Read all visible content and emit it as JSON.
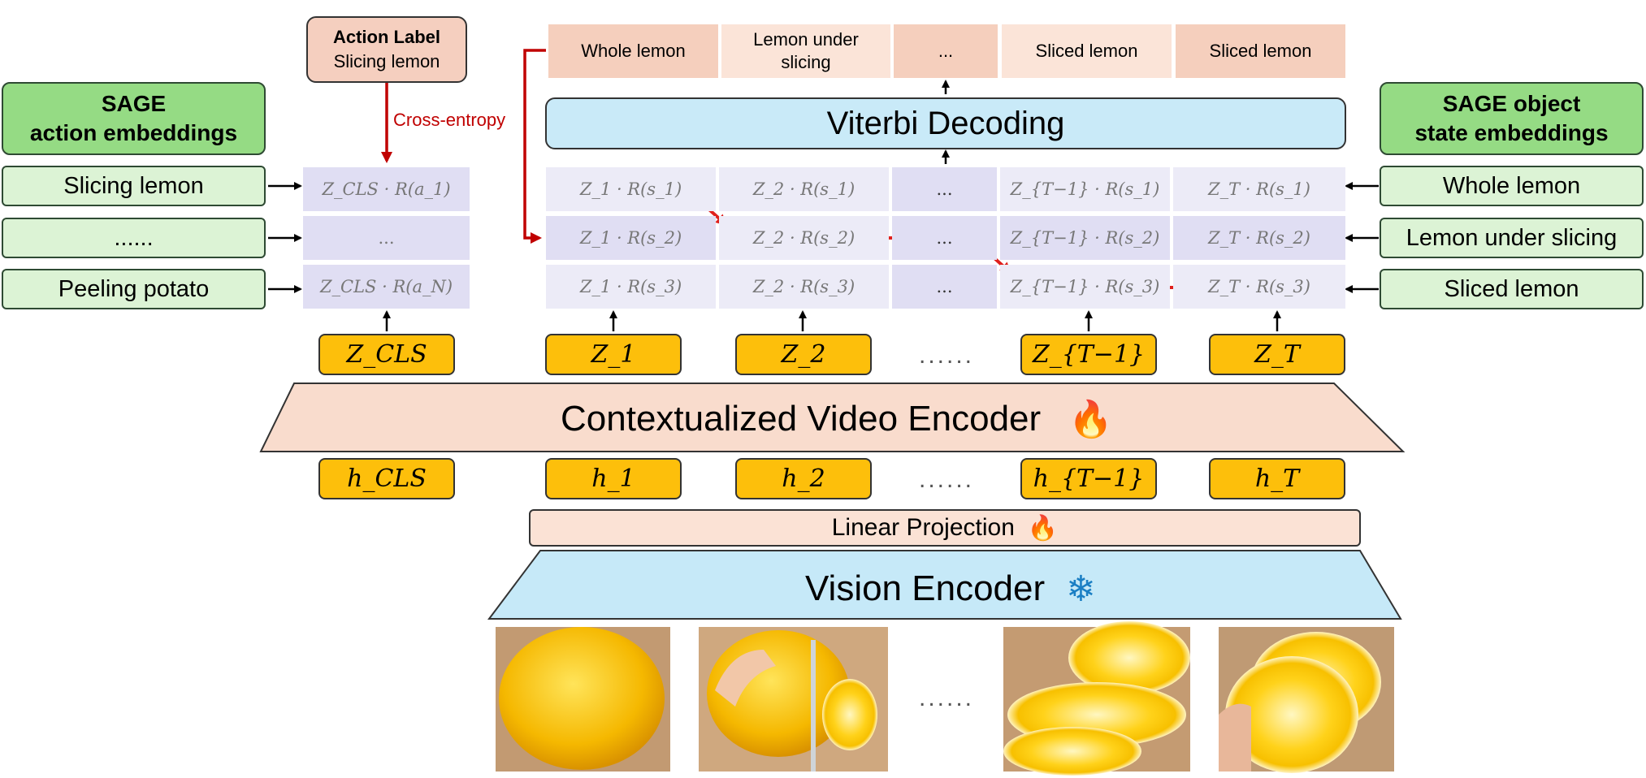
{
  "action_label": {
    "title": "Action Label",
    "value": "Slicing lemon"
  },
  "cross_entropy": "Cross-entropy",
  "action_embeddings": {
    "heading_line1": "SAGE",
    "heading_line2": "action embeddings",
    "items": [
      "Slicing lemon",
      "......",
      "Peeling potato"
    ]
  },
  "state_embeddings": {
    "heading_line1": "SAGE object",
    "heading_line2": "state embeddings",
    "items": [
      "Whole lemon",
      "Lemon under slicing",
      "Sliced lemon"
    ]
  },
  "decoded_states": [
    "Whole lemon",
    "Lemon under\nslicing",
    "...",
    "Sliced lemon",
    "Sliced lemon"
  ],
  "viterbi": "Viterbi Decoding",
  "cls_scores": [
    "Z_CLS · R(a_1)",
    "...",
    "Z_CLS · R(a_N)"
  ],
  "score_grid": [
    [
      "Z_1 · R(s_1)",
      "Z_2 · R(s_1)",
      "...",
      "Z_{T−1} · R(s_1)",
      "Z_T · R(s_1)"
    ],
    [
      "Z_1 · R(s_2)",
      "Z_2 · R(s_2)",
      "...",
      "Z_{T−1} · R(s_2)",
      "Z_T · R(s_2)"
    ],
    [
      "Z_1 · R(s_3)",
      "Z_2 · R(s_3)",
      "...",
      "Z_{T−1} · R(s_3)",
      "Z_T · R(s_3)"
    ]
  ],
  "z_tokens": [
    "Z_CLS",
    "Z_1",
    "Z_2",
    "Z_{T−1}",
    "Z_T"
  ],
  "h_tokens": [
    "h_CLS",
    "h_1",
    "h_2",
    "h_{T−1}",
    "h_T"
  ],
  "ellipsis": "......",
  "encoder": "Contextualized Video Encoder",
  "linear_projection": "Linear Projection",
  "vision_encoder": "Vision Encoder",
  "icons": {
    "trainable": "fire-icon",
    "frozen": "snowflake-icon"
  },
  "colors": {
    "arrow_red": "#e0201c",
    "cross_entropy_red": "#c00000",
    "green": "#95db84",
    "token_yellow": "#fdbf0b",
    "encoder_blue": "#c9eaf8",
    "peach": "#f9dccd"
  }
}
